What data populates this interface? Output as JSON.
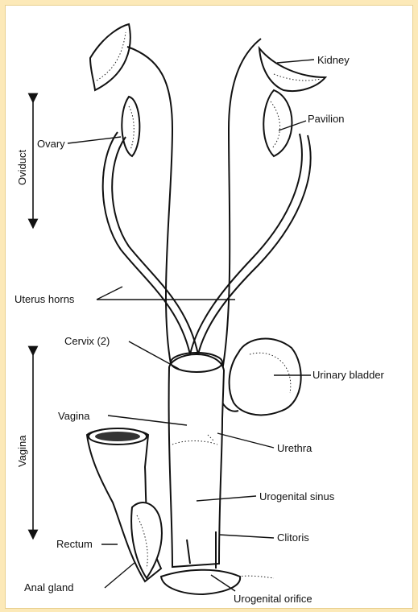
{
  "labels": {
    "kidney": "Kidney",
    "pavilion": "Pavilion",
    "ovary": "Ovary",
    "oviduct": "Oviduct",
    "uterus_horns": "Uterus horns",
    "cervix": "Cervix (2)",
    "urinary_bladder": "Urinary bladder",
    "vagina_label": "Vagina",
    "vagina_region": "Vagina",
    "urethra": "Urethra",
    "urogenital_sinus": "Urogenital sinus",
    "rectum": "Rectum",
    "clitoris": "Clitoris",
    "anal_gland": "Anal gland",
    "urogenital_orifice": "Urogenital orifice"
  },
  "colors": {
    "background": "#fce9b8",
    "panel": "#ffffff",
    "ink": "#111111"
  }
}
